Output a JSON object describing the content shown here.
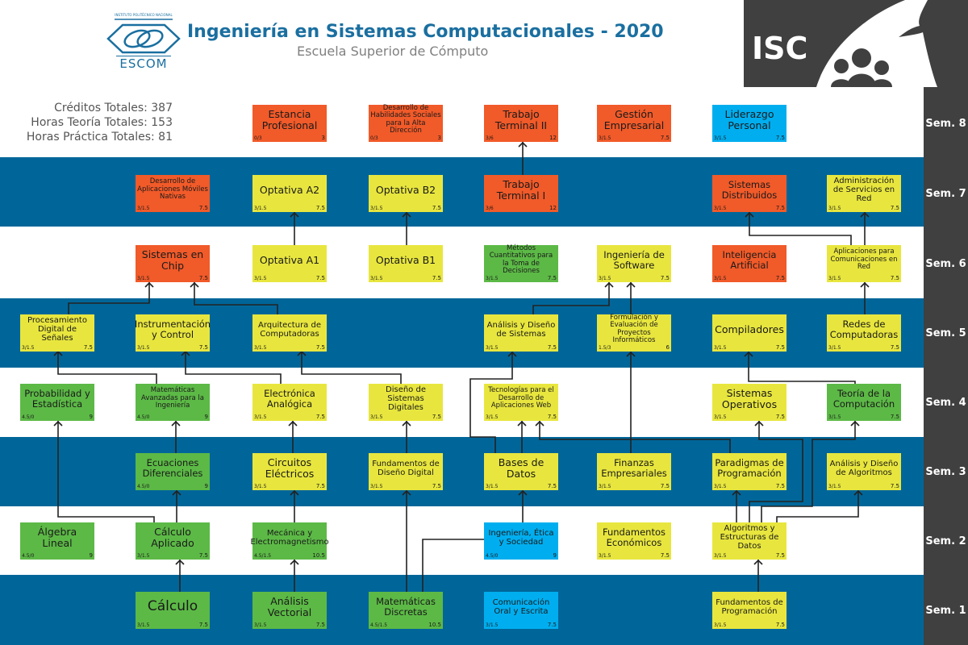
{
  "header": {
    "title": "Ingeniería en Sistemas Computacionales - 2020",
    "subtitle": "Escuela Superior de Cómputo",
    "logo_top_text": "INSTITUTO POLITÉCNICO NACIONAL",
    "logo_text": "ESCOM",
    "badge": "ISC"
  },
  "totals": {
    "credits": "Créditos Totales: 387",
    "theory_hours": "Horas Teoría Totales: 153",
    "practice_hours": "Horas Práctica Totales: 81"
  },
  "colors": {
    "band": "#006699",
    "orange": "#f15a29",
    "yellow": "#e8e63e",
    "green": "#5cb946",
    "cyan": "#00aeef",
    "dark": "#404040"
  },
  "semesters": [
    {
      "label": "Sem. 8",
      "courses": [
        null,
        null,
        {
          "name": "Estancia Profesional",
          "hours": "0/3",
          "credits": "3",
          "color": "orange"
        },
        {
          "name": "Desarrollo de Habilidades Sociales para la Alta Dirección",
          "hours": "0/3",
          "credits": "3",
          "color": "orange"
        },
        {
          "name": "Trabajo Terminal II",
          "hours": "3/6",
          "credits": "12",
          "color": "orange"
        },
        {
          "name": "Gestión Empresarial",
          "hours": "3/1.5",
          "credits": "7.5",
          "color": "orange"
        },
        {
          "name": "Liderazgo Personal",
          "hours": "3/1.5",
          "credits": "7.5",
          "color": "cyan"
        },
        null
      ]
    },
    {
      "label": "Sem. 7",
      "courses": [
        null,
        {
          "name": "Desarrollo de Aplicaciones Móviles Nativas",
          "hours": "3/1.5",
          "credits": "7.5",
          "color": "orange"
        },
        {
          "name": "Optativa A2",
          "hours": "3/1.5",
          "credits": "7.5",
          "color": "yellow"
        },
        {
          "name": "Optativa B2",
          "hours": "3/1.5",
          "credits": "7.5",
          "color": "yellow"
        },
        {
          "name": "Trabajo Terminal I",
          "hours": "3/6",
          "credits": "12",
          "color": "orange"
        },
        null,
        {
          "name": "Sistemas Distribuidos",
          "hours": "3/1.5",
          "credits": "7.5",
          "color": "orange"
        },
        {
          "name": "Administración de Servicios en Red",
          "hours": "3/1.5",
          "credits": "7.5",
          "color": "yellow"
        }
      ]
    },
    {
      "label": "Sem. 6",
      "courses": [
        null,
        {
          "name": "Sistemas en Chip",
          "hours": "3/1.5",
          "credits": "7.5",
          "color": "orange"
        },
        {
          "name": "Optativa A1",
          "hours": "3/1.5",
          "credits": "7.5",
          "color": "yellow"
        },
        {
          "name": "Optativa B1",
          "hours": "3/1.5",
          "credits": "7.5",
          "color": "yellow"
        },
        {
          "name": "Métodos Cuantitativos para la Toma de Decisiones",
          "hours": "3/1.5",
          "credits": "7.5",
          "color": "green"
        },
        {
          "name": "Ingeniería de Software",
          "hours": "3/1.5",
          "credits": "7.5",
          "color": "yellow"
        },
        {
          "name": "Inteligencia Artificial",
          "hours": "3/1.5",
          "credits": "7.5",
          "color": "orange"
        },
        {
          "name": "Aplicaciones para Comunicaciones en Red",
          "hours": "3/1.5",
          "credits": "7.5",
          "color": "yellow"
        }
      ]
    },
    {
      "label": "Sem. 5",
      "courses": [
        {
          "name": "Procesamiento Digital de Señales",
          "hours": "3/1.5",
          "credits": "7.5",
          "color": "yellow"
        },
        {
          "name": "Instrumentación y Control",
          "hours": "3/1.5",
          "credits": "7.5",
          "color": "yellow"
        },
        {
          "name": "Arquitectura de Computadoras",
          "hours": "3/1.5",
          "credits": "7.5",
          "color": "yellow"
        },
        null,
        {
          "name": "Análisis y Diseño de Sistemas",
          "hours": "3/1.5",
          "credits": "7.5",
          "color": "yellow"
        },
        {
          "name": "Formulación y Evaluación de Proyectos Informáticos",
          "hours": "1.5/3",
          "credits": "6",
          "color": "yellow"
        },
        {
          "name": "Compiladores",
          "hours": "3/1.5",
          "credits": "7.5",
          "color": "yellow"
        },
        {
          "name": "Redes de Computadoras",
          "hours": "3/1.5",
          "credits": "7.5",
          "color": "yellow"
        }
      ]
    },
    {
      "label": "Sem. 4",
      "courses": [
        {
          "name": "Probabilidad y Estadística",
          "hours": "4.5/0",
          "credits": "9",
          "color": "green"
        },
        {
          "name": "Matemáticas Avanzadas para la Ingeniería",
          "hours": "4.5/0",
          "credits": "9",
          "color": "green"
        },
        {
          "name": "Electrónica Analógica",
          "hours": "3/1.5",
          "credits": "7.5",
          "color": "yellow"
        },
        {
          "name": "Diseño de Sistemas Digitales",
          "hours": "3/1.5",
          "credits": "7.5",
          "color": "yellow"
        },
        {
          "name": "Tecnologías para el Desarrollo de Aplicaciones Web",
          "hours": "3/1.5",
          "credits": "7.5",
          "color": "yellow"
        },
        null,
        {
          "name": "Sistemas Operativos",
          "hours": "3/1.5",
          "credits": "7.5",
          "color": "yellow"
        },
        {
          "name": "Teoría de la Computación",
          "hours": "3/1.5",
          "credits": "7.5",
          "color": "green"
        }
      ]
    },
    {
      "label": "Sem. 3",
      "courses": [
        null,
        {
          "name": "Ecuaciones Diferenciales",
          "hours": "4.5/0",
          "credits": "9",
          "color": "green"
        },
        {
          "name": "Circuitos Eléctricos",
          "hours": "3/1.5",
          "credits": "7.5",
          "color": "yellow"
        },
        {
          "name": "Fundamentos de Diseño Digital",
          "hours": "3/1.5",
          "credits": "7.5",
          "color": "yellow"
        },
        {
          "name": "Bases de Datos",
          "hours": "3/1.5",
          "credits": "7.5",
          "color": "yellow"
        },
        {
          "name": "Finanzas Empresariales",
          "hours": "3/1.5",
          "credits": "7.5",
          "color": "yellow"
        },
        {
          "name": "Paradigmas de Programación",
          "hours": "3/1.5",
          "credits": "7.5",
          "color": "yellow"
        },
        {
          "name": "Análisis y Diseño de Algoritmos",
          "hours": "3/1.5",
          "credits": "7.5",
          "color": "yellow"
        }
      ]
    },
    {
      "label": "Sem. 2",
      "courses": [
        {
          "name": "Álgebra Lineal",
          "hours": "4.5/0",
          "credits": "9",
          "color": "green"
        },
        {
          "name": "Cálculo Aplicado",
          "hours": "3/1.5",
          "credits": "7.5",
          "color": "green"
        },
        {
          "name": "Mecánica y Electromagnetismo",
          "hours": "4.5/1.5",
          "credits": "10.5",
          "color": "green"
        },
        null,
        {
          "name": "Ingeniería, Ética y Sociedad",
          "hours": "4.5/0",
          "credits": "9",
          "color": "cyan"
        },
        {
          "name": "Fundamentos Económicos",
          "hours": "3/1.5",
          "credits": "7.5",
          "color": "yellow"
        },
        {
          "name": "Algoritmos y Estructuras de Datos",
          "hours": "3/1.5",
          "credits": "7.5",
          "color": "yellow"
        },
        null
      ]
    },
    {
      "label": "Sem. 1",
      "courses": [
        null,
        {
          "name": "Cálculo",
          "hours": "3/1.5",
          "credits": "7.5",
          "color": "green"
        },
        {
          "name": "Análisis Vectorial",
          "hours": "3/1.5",
          "credits": "7.5",
          "color": "green"
        },
        {
          "name": "Matemáticas Discretas",
          "hours": "4.5/1.5",
          "credits": "10.5",
          "color": "green"
        },
        {
          "name": "Comunicación Oral y Escrita",
          "hours": "3/1.5",
          "credits": "7.5",
          "color": "cyan"
        },
        null,
        {
          "name": "Fundamentos de Programación",
          "hours": "3/1.5",
          "credits": "7.5",
          "color": "yellow"
        },
        null
      ]
    }
  ]
}
